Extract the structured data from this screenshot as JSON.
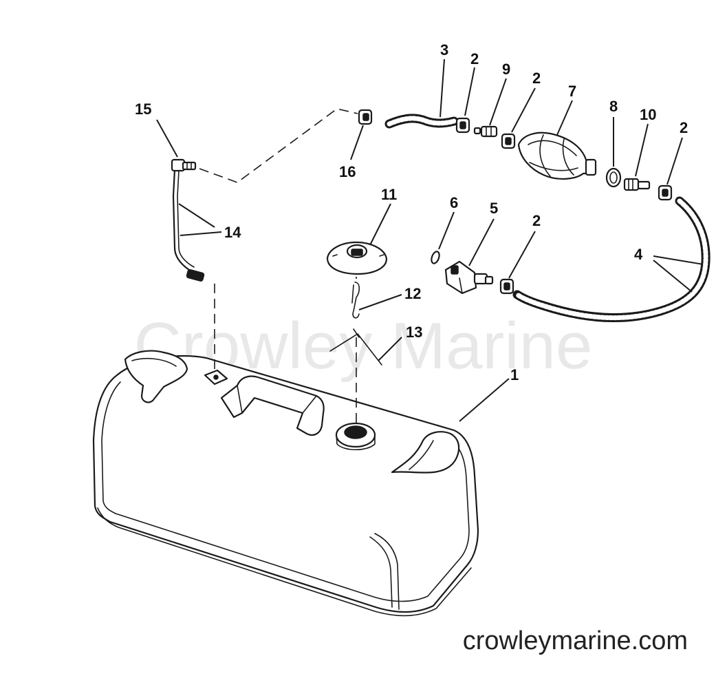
{
  "watermark_text": "Crowley Marine",
  "footer_url": "crowleymarine.com",
  "callouts": {
    "c1": "1",
    "c2a": "2",
    "c2b": "2",
    "c2c": "2",
    "c2d": "2",
    "c3": "3",
    "c4": "4",
    "c5": "5",
    "c6": "6",
    "c7": "7",
    "c8": "8",
    "c9": "9",
    "c10": "10",
    "c11": "11",
    "c12": "12",
    "c13": "13",
    "c14": "14",
    "c15": "15",
    "c16": "16"
  }
}
